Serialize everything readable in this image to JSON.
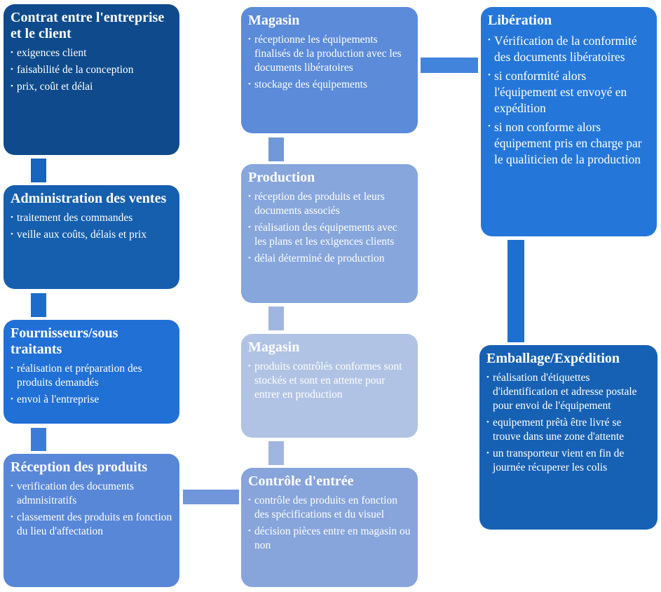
{
  "boxes": [
    {
      "title": "Contrat entre l'entreprise et le client",
      "items": [
        "exigences client",
        "faisabilité de la conception",
        "prix, coût et délai"
      ],
      "color": "#0f4b8c"
    },
    {
      "title": "Administration des ventes",
      "items": [
        "traitement des commandes",
        "veille aux coûts, délais et prix"
      ],
      "color": "#165fae"
    },
    {
      "title": "Fournisseurs/sous traitants",
      "items": [
        "réalisation et préparation des produits demandés",
        "envoi à l'entreprise"
      ],
      "color": "#2170d6"
    },
    {
      "title": "Réception des produits",
      "items": [
        "verification des documents admnisitratifs",
        "classement des produits en fonction du lieu d'affectation"
      ],
      "color": "#5887d8"
    },
    {
      "title": "Magasin",
      "items": [
        "réceptionne les équipements finalisés de la production avec les documents libératoires",
        "stockage des équipements"
      ],
      "color": "#5b8bd9"
    },
    {
      "title": "Production",
      "items": [
        "réception des produits et leurs documents associés",
        "réalisation des équipements avec les plans et les exigences clients",
        "délai déterminé de production"
      ],
      "color": "#87a6dc"
    },
    {
      "title": "Magasin",
      "items": [
        "produits contrôlés conformes sont stockés et sont en attente pour entrer en production"
      ],
      "color": "#b0c3e4"
    },
    {
      "title": "Contrôle d'entrée",
      "items": [
        "contrôle des produits en fonction des spécifications et du visuel",
        "décision pièces entre en magasin ou non"
      ],
      "color": "#87a4db"
    },
    {
      "title": "Libération",
      "items": [
        "Vérification de la conformité des documents libératoires",
        "si conformité alors l'équipement est envoyé en expédition",
        "si non conforme alors équipement pris en charge par le qualiticien de la production"
      ],
      "color": "#2477d9"
    },
    {
      "title": "Emballage/Expédition",
      "items": [
        "réalisation d'étiquettes d'identification et adresse postale pour envoi de l'équipement",
        "equipement prêtà être livré se trouve dans une zone d'attente",
        "un transporteur vient en fin de journée récuperer les colis"
      ],
      "color": "#1761b4"
    }
  ]
}
